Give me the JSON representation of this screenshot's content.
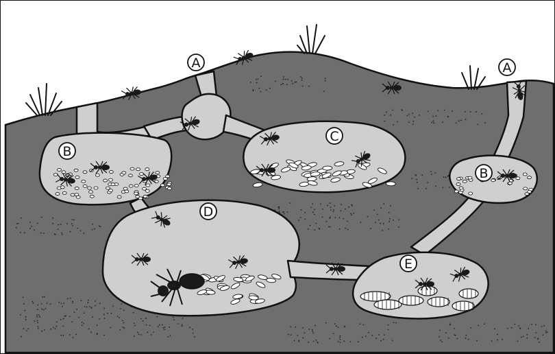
{
  "labels": {
    "entrance_left": "A",
    "entrance_right": "A",
    "food_storage_left": "B",
    "food_storage_right": "B",
    "egg_chamber": "C",
    "queen_chamber": "D",
    "larva_chamber": "E"
  },
  "colors": {
    "soil": "#6e6e6e",
    "tunnel": "#cfcfcf",
    "outline": "#111111",
    "sky": "#ffffff",
    "speckle": "#222222",
    "egg": "#ffffff",
    "ant": "#1a1a1a"
  },
  "icons": {
    "ant": "ant-icon",
    "queen_ant": "queen-ant-icon",
    "grass": "grass-tuft-icon",
    "egg": "egg-icon",
    "larva": "larva-icon",
    "seed": "seed-icon"
  }
}
